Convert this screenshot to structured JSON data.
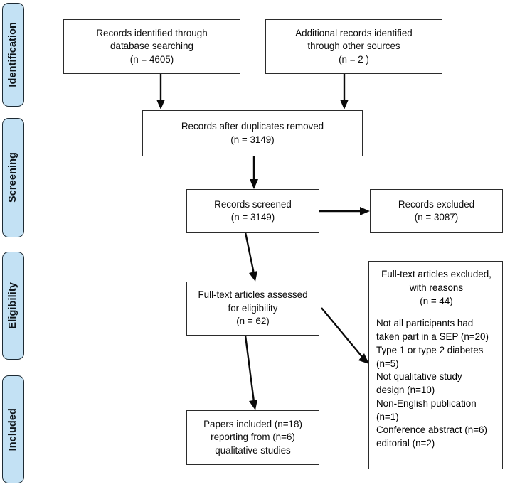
{
  "diagram": {
    "title": "PRISMA study selection flow diagram",
    "accent_color": "#c3e1f4",
    "border_color": "#2b2b2b",
    "line_color": "#0a0a0a"
  },
  "stages": [
    {
      "label": "Identification"
    },
    {
      "label": "Screening"
    },
    {
      "label": "Eligibility"
    },
    {
      "label": "Included"
    }
  ],
  "boxes": {
    "database_records": "Records identified through\ndatabase searching\n(n = 4605)",
    "other_records": "Additional records identified\nthrough other sources\n(n =  2 )",
    "duplicates_removed": "Records after duplicates removed\n(n = 3149)",
    "records_screened": "Records screened\n(n = 3149)",
    "records_excluded": "Records excluded\n(n = 3087)",
    "fulltext_assessed": "Full-text articles assessed\nfor eligibility\n(n = 62)",
    "papers_included": "Papers included (n=18)\nreporting from (n=6)\nqualitative studies",
    "excluded_reasons_head": "Full-text articles excluded,\nwith reasons\n(n = 44)",
    "excluded_reasons_list": "Not all participants had\ntaken part in a SEP (n=20)\nType 1 or type 2 diabetes\n(n=5)\nNot qualitative study\ndesign (n=10)\nNon-English publication\n(n=1)\nConference abstract (n=6)\neditorial (n=2)"
  }
}
